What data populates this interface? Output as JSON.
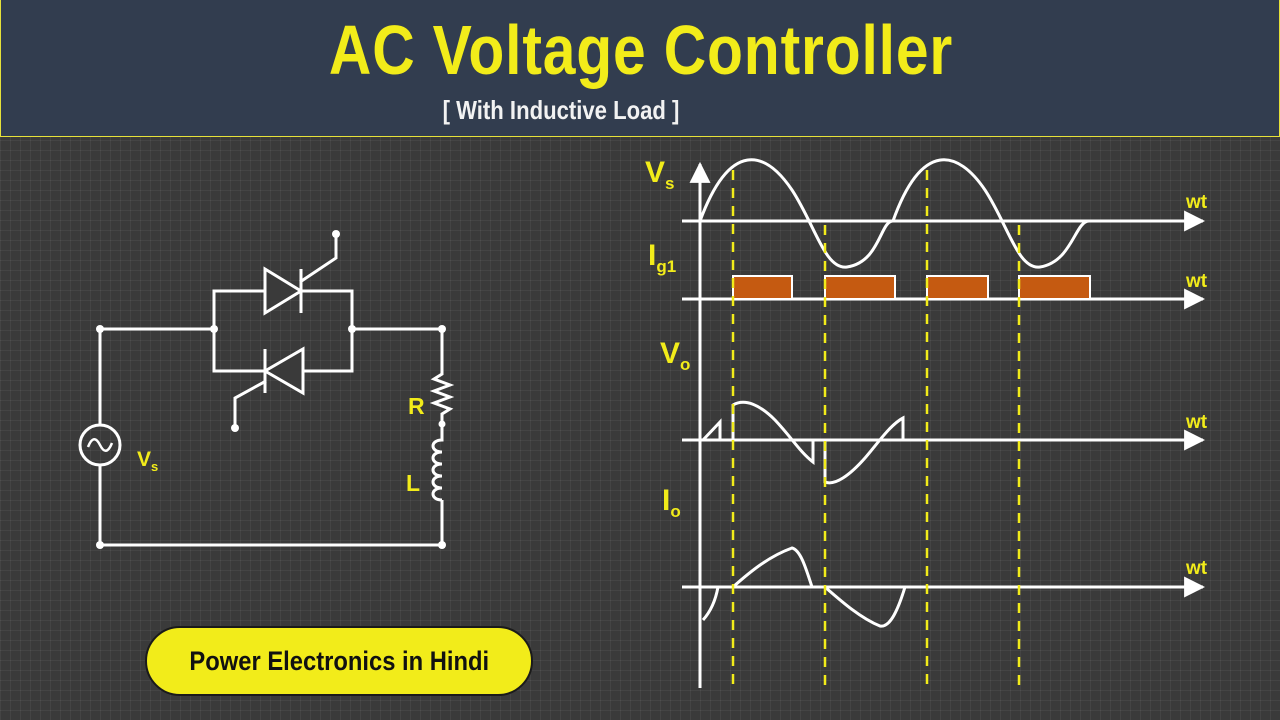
{
  "header": {
    "title": "AC Voltage Controller",
    "subtitle": "[ With Inductive Load ]"
  },
  "circuit": {
    "source_label": "V",
    "source_sub": "s",
    "resistor_label": "R",
    "inductor_label": "L"
  },
  "waveforms": {
    "vs_label": "V",
    "vs_sub": "s",
    "ig_label": "I",
    "ig_sub": "g1",
    "vo_label": "V",
    "vo_sub": "o",
    "io_label": "I",
    "io_sub": "o",
    "axis_label": "wt"
  },
  "badge": {
    "text": "Power Electronics in Hindi"
  },
  "colors": {
    "accent_yellow": "#f2ec1a",
    "pulse_orange": "#c55a11",
    "header_bg": "#323d4f",
    "line_white": "#ffffff"
  }
}
